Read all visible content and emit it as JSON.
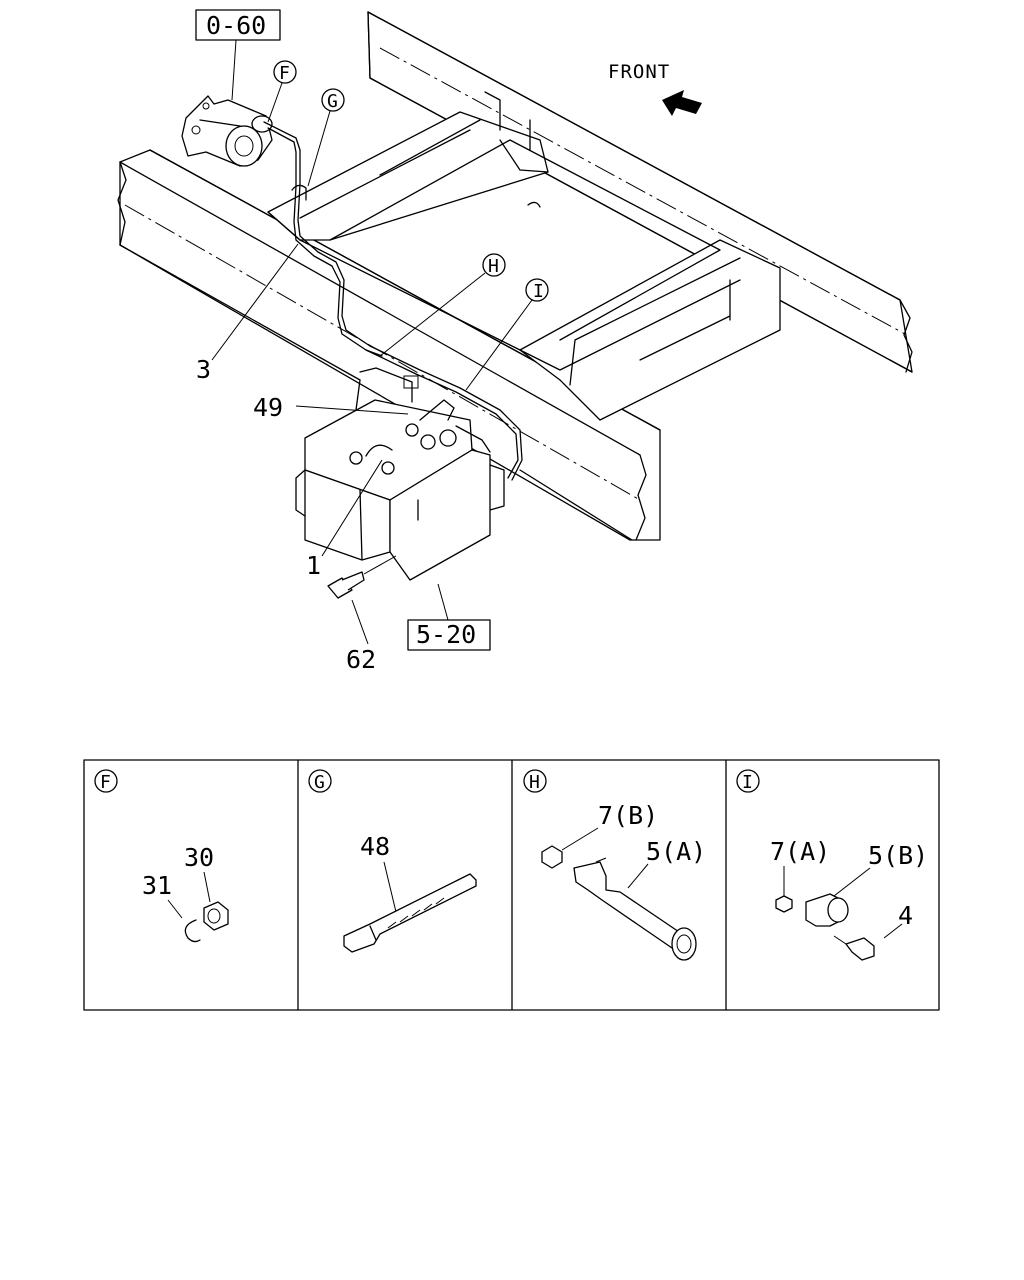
{
  "main_view": {
    "front_label": "FRONT",
    "ref_boxes": [
      "0-60",
      "5-20"
    ],
    "detail_callouts": [
      "F",
      "G",
      "H",
      "I"
    ],
    "part_labels": [
      "3",
      "49",
      "1",
      "62"
    ]
  },
  "detail_panels": [
    {
      "id": "F",
      "parts": [
        "30",
        "31"
      ]
    },
    {
      "id": "G",
      "parts": [
        "48"
      ]
    },
    {
      "id": "H",
      "parts": [
        "7(B)",
        "5(A)"
      ]
    },
    {
      "id": "I",
      "parts": [
        "7(A)",
        "5(B)",
        "4"
      ]
    }
  ]
}
